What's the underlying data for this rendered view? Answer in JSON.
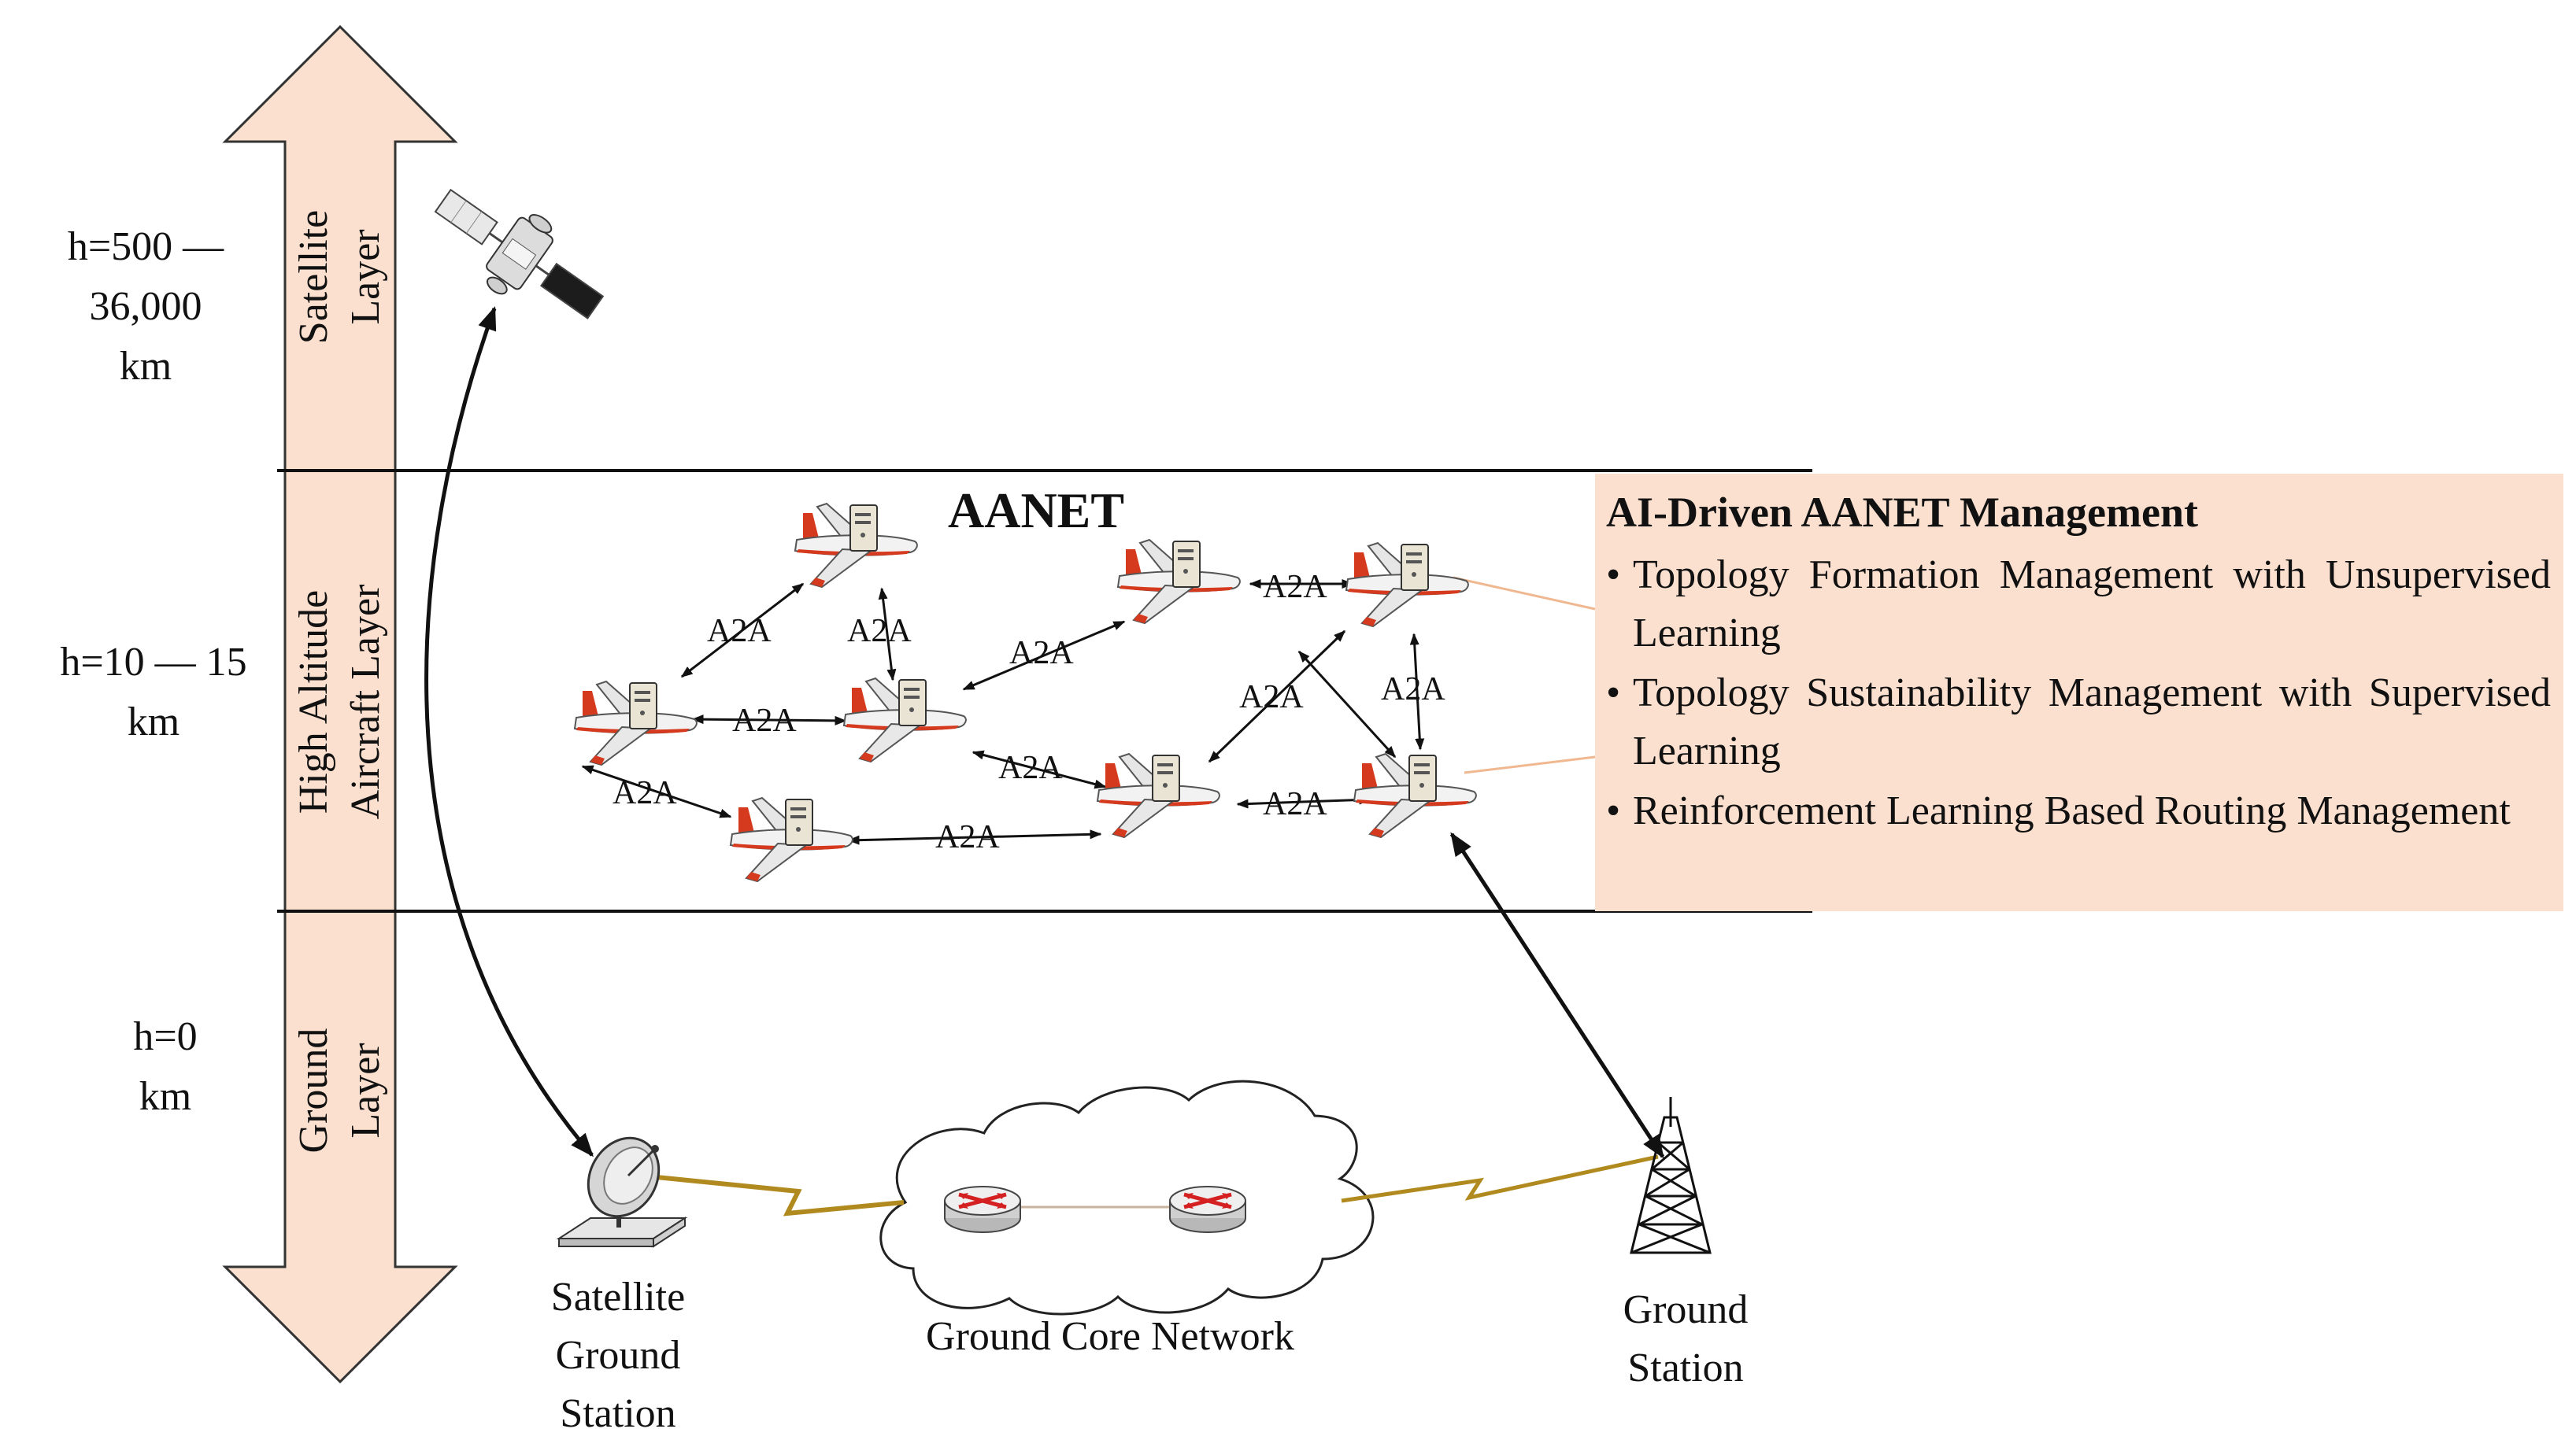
{
  "altitudes": {
    "satellite": [
      "h=500 —",
      "36,000",
      "km"
    ],
    "aircraft": [
      "h=10 — 15",
      "km"
    ],
    "ground": [
      "h=0",
      "km"
    ]
  },
  "layers": {
    "satellite": [
      "Satellite",
      "Layer"
    ],
    "aircraft": [
      "High Altitude",
      "Aircraft Layer"
    ],
    "ground": [
      "Ground",
      "Layer"
    ]
  },
  "network_title": "AANET",
  "link_label": "A2A",
  "management": {
    "title": "AI-Driven AANET Management",
    "items": [
      "Topology Formation Management with Unsupervised Learning",
      "Topology Sustainability Management with Supervised Learning",
      "Reinforcement Learning Based Routing Management"
    ]
  },
  "stations": {
    "satellite_ground": [
      "Satellite",
      "Ground",
      "Station"
    ],
    "core_network": "Ground Core Network",
    "ground": [
      "Ground",
      "Station"
    ]
  },
  "colors": {
    "layer_fill": "#fbe0cf",
    "lightning": "#b08a1e",
    "plane_body": "#f0f0f0",
    "plane_stripe": "#d63a1e",
    "router_arrow": "#d42020"
  },
  "icons": [
    "satellite-icon",
    "airplane-icon",
    "satellite-dish-icon",
    "router-icon",
    "cell-tower-icon",
    "cloud-icon"
  ]
}
